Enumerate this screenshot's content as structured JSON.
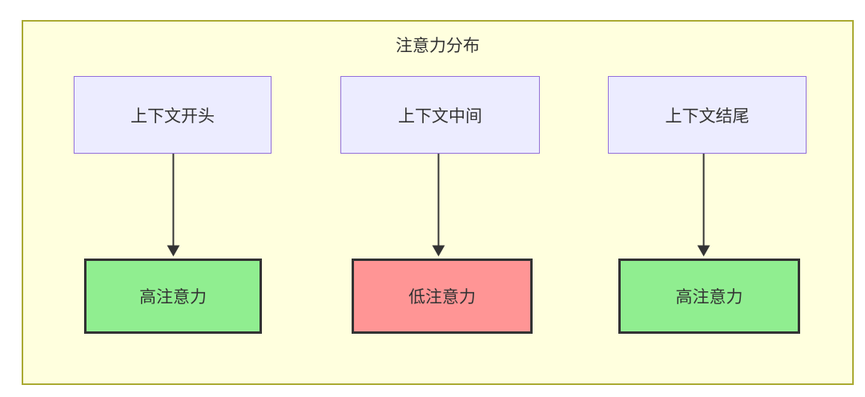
{
  "diagram": {
    "title": "注意力分布",
    "top_nodes": [
      {
        "id": "context-start",
        "label": "上下文开头"
      },
      {
        "id": "context-middle",
        "label": "上下文中间"
      },
      {
        "id": "context-end",
        "label": "上下文结尾"
      }
    ],
    "bottom_nodes": [
      {
        "id": "attention-high-1",
        "label": "高注意力",
        "level": "high"
      },
      {
        "id": "attention-low",
        "label": "低注意力",
        "level": "low"
      },
      {
        "id": "attention-high-2",
        "label": "高注意力",
        "level": "high"
      }
    ],
    "edges": [
      {
        "from": "context-start",
        "to": "attention-high-1"
      },
      {
        "from": "context-middle",
        "to": "attention-low"
      },
      {
        "from": "context-end",
        "to": "attention-high-2"
      }
    ],
    "colors": {
      "container_fill": "#FFFFDE",
      "container_border": "#AAAA33",
      "context_node_fill": "#ECECFF",
      "context_node_border": "#9370DB",
      "high_attention_fill": "#90EE90",
      "low_attention_fill": "#FF9595",
      "result_node_border": "#333333",
      "arrow": "#333333",
      "text": "#333333"
    }
  }
}
